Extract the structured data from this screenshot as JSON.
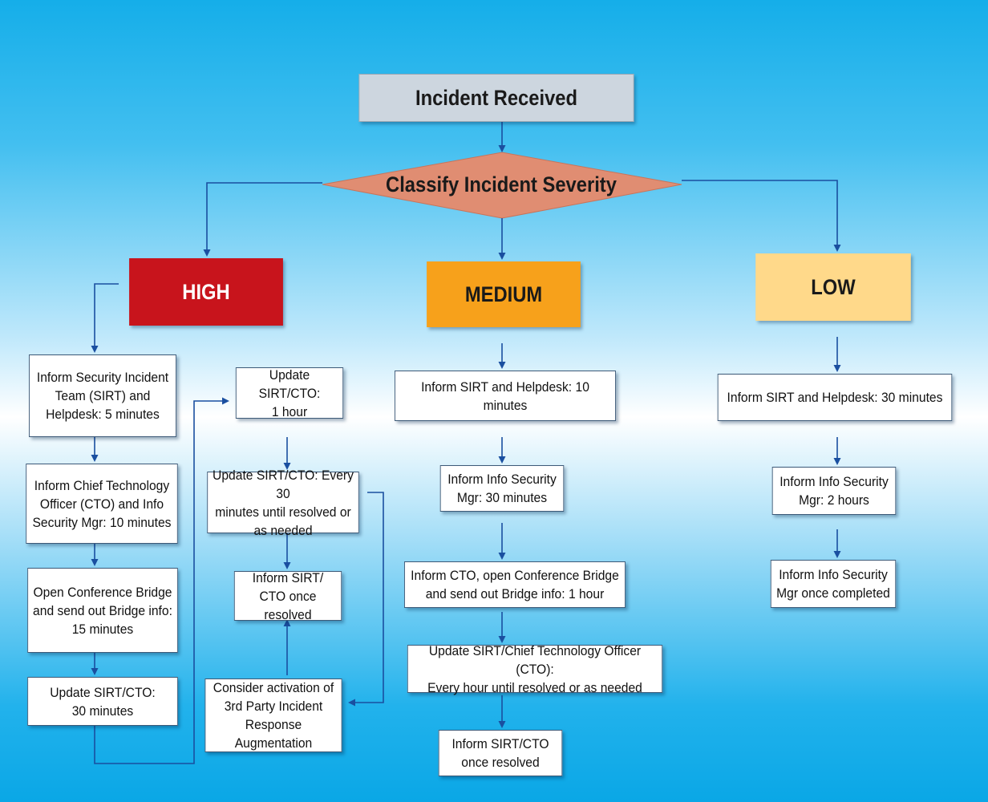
{
  "title": "Incident Received",
  "decision": "Classify Incident Severity",
  "colors": {
    "high": "#c8141c",
    "medium": "#f7a11b",
    "low": "#ffd98a",
    "arrow": "#1a4fa0"
  },
  "high": {
    "label": "HIGH",
    "steps": [
      "Inform Security Incident\nTeam (SIRT) and\nHelpdesk: 5 minutes",
      "Inform Chief Technology\nOfficer (CTO) and Info\nSecurity Mgr: 10 minutes",
      "Open Conference Bridge\nand send out Bridge info:\n15 minutes",
      "Update SIRT/CTO:\n30 minutes",
      "Update SIRT/CTO:\n1 hour",
      "Update SIRT/CTO: Every 30\nminutes until resolved or\nas needed",
      "Inform SIRT/\nCTO once resolved",
      "Consider activation of\n3rd Party Incident\nResponse Augmentation"
    ]
  },
  "medium": {
    "label": "MEDIUM",
    "steps": [
      "Inform SIRT and Helpdesk: 10 minutes",
      "Inform Info Security\nMgr: 30 minutes",
      "Inform CTO, open Conference Bridge\nand send out Bridge info: 1 hour",
      "Update SIRT/Chief Technology Officer (CTO):\nEvery hour until resolved or as needed",
      "Inform SIRT/CTO\nonce resolved"
    ]
  },
  "low": {
    "label": "LOW",
    "steps": [
      "Inform SIRT and Helpdesk: 30 minutes",
      "Inform Info Security\nMgr: 2 hours",
      "Inform Info Security\nMgr once completed"
    ]
  }
}
